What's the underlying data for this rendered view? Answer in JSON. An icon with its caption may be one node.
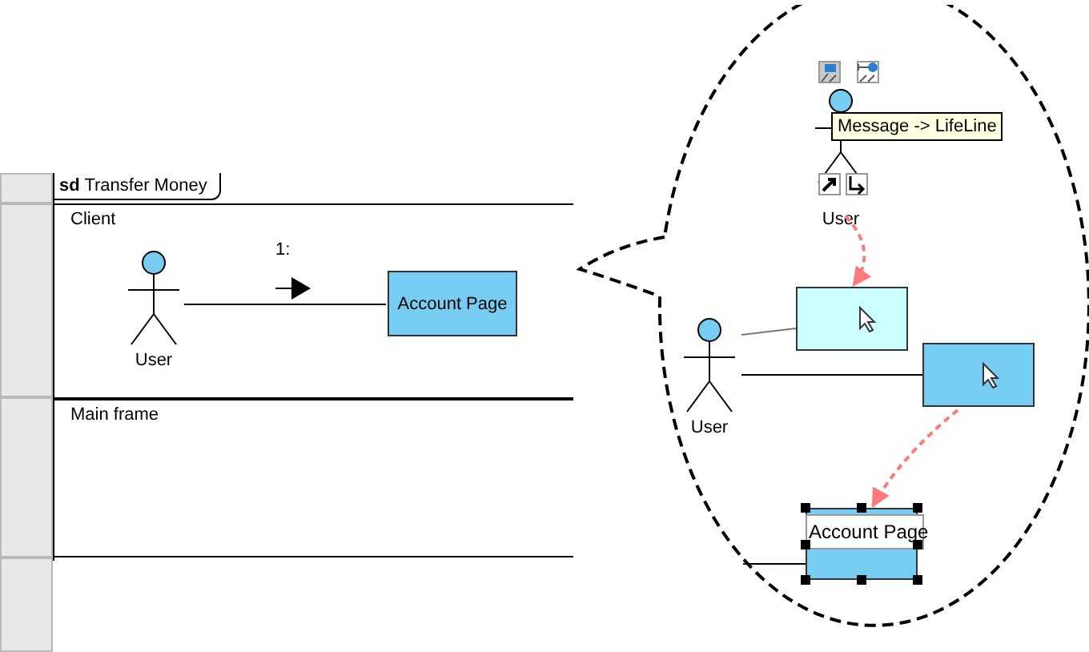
{
  "diagram": {
    "nodes": [
      {
        "text": [
          "**sd** Transfer Money"
        ]
      },
      {
        "text": [
          "Client"
        ],
        "in": 0
      },
      {
        "text": [
          "Main frame"
        ],
        "in": 0
      },
      {
        "text": [
          "User"
        ],
        "in": 1
      },
      {
        "text": [
          "Account Page"
        ],
        "in": 1
      },
      {
        "text": [],
        "shape": "callout"
      },
      {
        "text": [
          "User"
        ],
        "in": 5
      },
      {
        "text": [
          "User"
        ],
        "in": 5
      },
      {
        "text": [],
        "shape": "box",
        "in": 5
      },
      {
        "text": [],
        "shape": "box",
        "in": 5
      },
      {
        "text": [
          "Account Page"
        ],
        "in": 5
      }
    ],
    "edges": [
      {
        "from": 3,
        "to": 4,
        "arrow": "none",
        "label": "1:"
      },
      {
        "from": 6,
        "to": 8,
        "arrow": "to",
        "style": "dashed",
        "color": "#ff7b7b"
      },
      {
        "from": 7,
        "to": 8,
        "arrow": "none",
        "color": "#777777"
      },
      {
        "from": 7,
        "to": 9,
        "arrow": "none"
      },
      {
        "from": 9,
        "to": 10,
        "arrow": "to",
        "style": "dashed",
        "color": "#ff7b7b"
      },
      {
        "from": null,
        "to": 10,
        "arrow": "none"
      }
    ],
    "labels": [
      "Message -> LifeLine"
    ]
  }
}
